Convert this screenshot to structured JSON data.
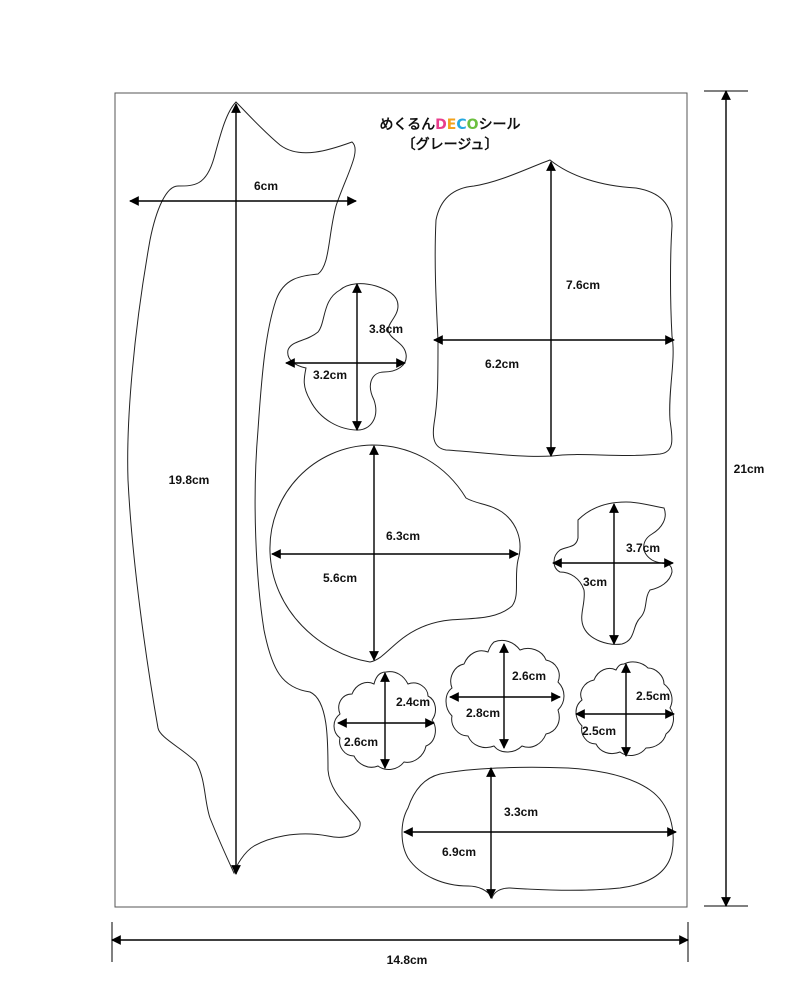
{
  "title": {
    "prefix": "めくるん",
    "deco": [
      {
        "char": "D",
        "color": "#e83d8c"
      },
      {
        "char": "E",
        "color": "#f3a21c"
      },
      {
        "char": "C",
        "color": "#25a8e0"
      },
      {
        "char": "O",
        "color": "#6cbf3f"
      }
    ],
    "suffix": "シール",
    "subtitle": "〔グレージュ〕"
  },
  "sheet": {
    "width_label": "14.8cm",
    "height_label": "21cm"
  },
  "stickers": [
    {
      "name": "long-curved-sticker",
      "width_label": "6cm",
      "height_label": "19.8cm"
    },
    {
      "name": "small-irregular-sticker",
      "width_label": "3.2cm",
      "height_label": "3.8cm"
    },
    {
      "name": "large-rectangle-sticker",
      "width_label": "6.2cm",
      "height_label": "7.6cm"
    },
    {
      "name": "large-round-sticker",
      "width_label": "5.6cm",
      "height_label": "6.3cm"
    },
    {
      "name": "right-irregular-sticker",
      "width_label": "3cm",
      "height_label": "3.7cm"
    },
    {
      "name": "flower-small-sticker",
      "width_label": "2.6cm",
      "height_label": "2.4cm"
    },
    {
      "name": "flower-medium-sticker",
      "width_label": "2.8cm",
      "height_label": "2.6cm"
    },
    {
      "name": "flower-right-sticker",
      "width_label": "2.5cm",
      "height_label": "2.5cm"
    },
    {
      "name": "oval-sticker",
      "width_label": "6.9cm",
      "height_label": "3.3cm"
    }
  ]
}
